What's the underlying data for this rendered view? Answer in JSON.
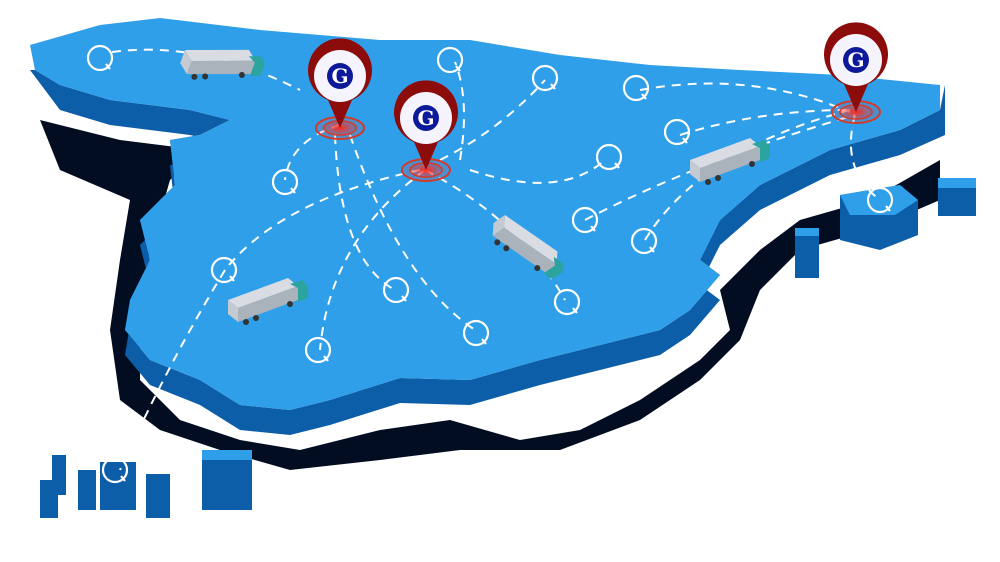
{
  "map": {
    "colors": {
      "land_top": "#2f9fe9",
      "land_side": "#0c5ea8",
      "shadow": "#020d22",
      "route": "#ffffff",
      "pin": "#8c0c0c"
    },
    "pins": [
      {
        "name": "pin-north-west",
        "logo_letter": "G"
      },
      {
        "name": "pin-central",
        "logo_letter": "G"
      },
      {
        "name": "pin-north-east",
        "logo_letter": "G"
      }
    ]
  }
}
